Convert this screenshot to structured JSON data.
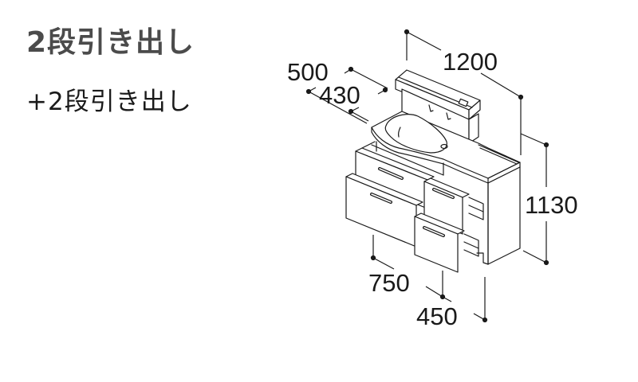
{
  "header": {
    "title": "2段引き出し",
    "subtitle": "+2段引き出し"
  },
  "dimensions": {
    "width": "1200",
    "depth_outer": "500",
    "depth_inner": "430",
    "height": "1130",
    "left_unit_width": "750",
    "right_unit_width": "450"
  },
  "colors": {
    "line": "#1a1a1a",
    "title": "#4b4b4b"
  }
}
